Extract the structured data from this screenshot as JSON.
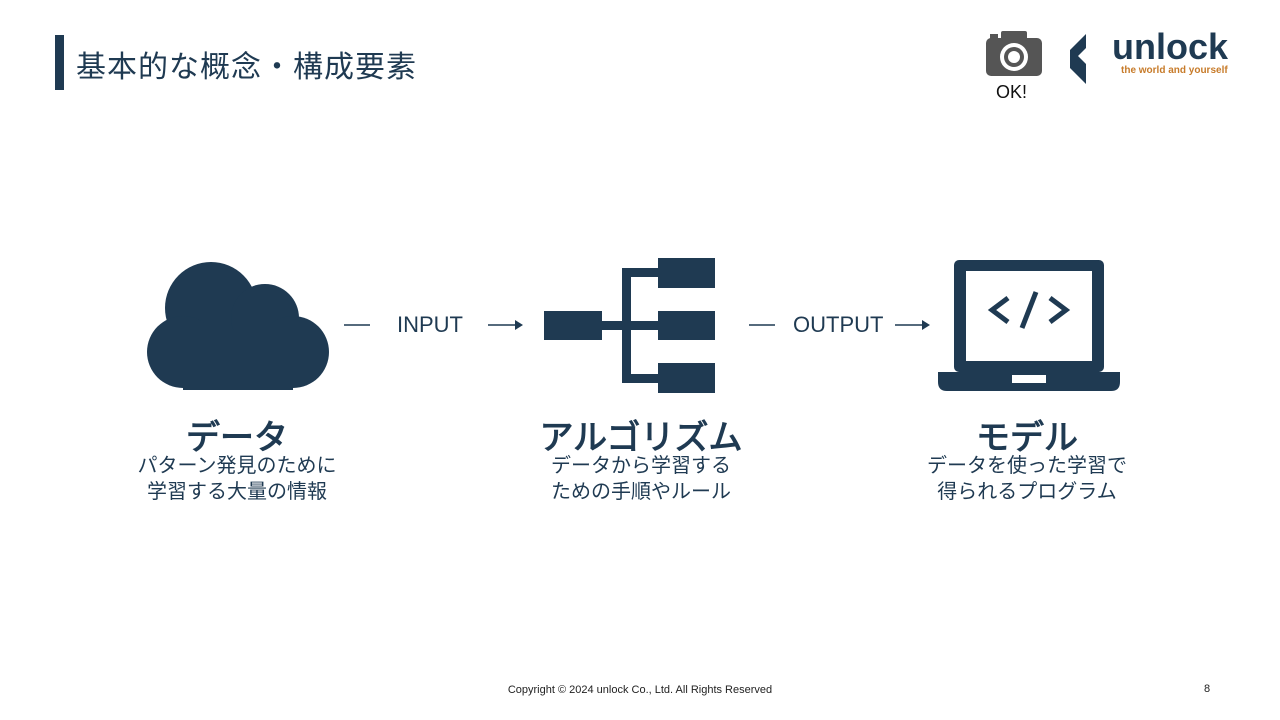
{
  "header": {
    "title": "基本的な概念・構成要素",
    "status": "OK!"
  },
  "logo": {
    "name": "unlock",
    "tagline": "the world and yourself"
  },
  "flow": {
    "input_label": "INPUT",
    "output_label": "OUTPUT",
    "nodes": [
      {
        "title": "データ",
        "desc1": "パターン発見のために",
        "desc2": "学習する大量の情報",
        "icon": "cloud-icon"
      },
      {
        "title": "アルゴリズム",
        "desc1": "データから学習する",
        "desc2": "ための手順やルール",
        "icon": "flowchart-icon"
      },
      {
        "title": "モデル",
        "desc1": "データを使った学習で",
        "desc2": "得られるプログラム",
        "icon": "laptop-code-icon"
      }
    ]
  },
  "footer": {
    "copyright": "Copyright © 2024 unlock Co., Ltd. All Rights Reserved",
    "page_number": "8"
  },
  "colors": {
    "primary": "#1f3a52",
    "accent": "#c77b2a"
  }
}
